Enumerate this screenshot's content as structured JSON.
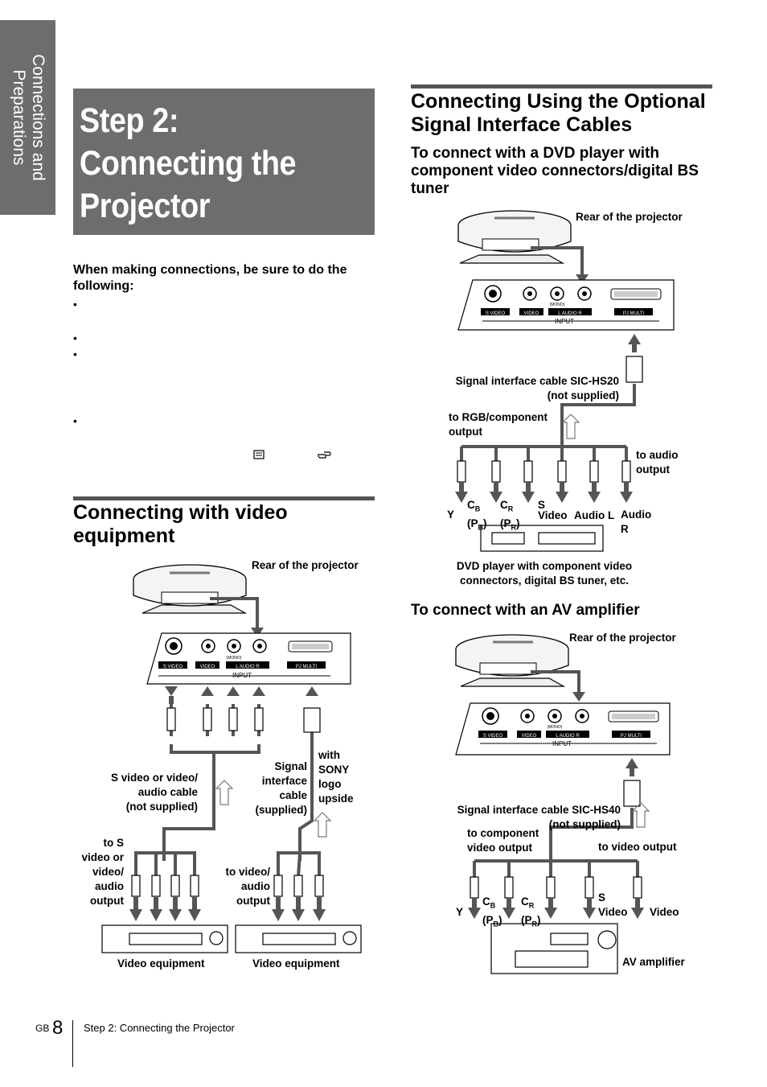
{
  "side_tab": {
    "line1": "Connections and",
    "line2": "Preparations"
  },
  "title": {
    "line1": "Step 2:",
    "line2": "Connecting the",
    "line3": "Projector"
  },
  "intro": {
    "heading": "When making connections, be sure to do the following:",
    "bullet": "•"
  },
  "video_section": {
    "heading": "Connecting with video equipment",
    "rear_label": "Rear of the projector",
    "cable_label": [
      "S video or video/",
      "audio cable",
      "(not supplied)"
    ],
    "signal_label": [
      "Signal",
      "interface",
      "cable",
      "(supplied)"
    ],
    "sony_label": [
      "with",
      "SONY",
      "logo",
      "upside"
    ],
    "to_s_label": [
      "to S",
      "video or",
      "video/",
      "audio",
      "output"
    ],
    "to_video_label": [
      "to video/",
      "audio",
      "output"
    ],
    "equip1": "Video equipment",
    "equip2": "Video equipment"
  },
  "panel_labels": {
    "svideo": "S VIDEO",
    "video": "VIDEO",
    "mono": "(MONO)",
    "audio": "L  AUDIO  R",
    "pjmulti": "PJ MULTI",
    "input": "INPUT"
  },
  "optional_section": {
    "heading": "Connecting Using the Optional Signal Interface Cables"
  },
  "dvd_section": {
    "heading": "To connect with a DVD player with component video connectors/digital BS tuner",
    "rear_label": "Rear of the projector",
    "cable_label": [
      "Signal interface cable SIC-HS20",
      "(not supplied)"
    ],
    "rgb_label": [
      "to RGB/component",
      "output"
    ],
    "audio_label": [
      "to audio",
      "output"
    ],
    "y": "Y",
    "cb": "C",
    "cb_sub": "B",
    "pb": "(P",
    "pb_sub": "B",
    "close": ")",
    "cr": "C",
    "cr_sub": "R",
    "pr": "(P",
    "pr_sub": "R",
    "s": "S",
    "video": "Video",
    "audio_l": "Audio L",
    "audio_r": [
      "Audio",
      "R"
    ],
    "device_label": [
      "DVD player with component video",
      "connectors, digital BS tuner, etc."
    ]
  },
  "av_section": {
    "heading": "To connect with an AV amplifier",
    "rear_label": "Rear of the projector",
    "cable_label": [
      "Signal interface cable SIC-HS40",
      "(not supplied)"
    ],
    "comp_label": [
      "to component",
      "video output"
    ],
    "video_out_label": "to video output",
    "y": "Y",
    "s_video": [
      "S",
      "Video"
    ],
    "video": "Video",
    "device_label": "AV amplifier"
  },
  "footer": {
    "gb": "GB",
    "page": "8",
    "text": "Step 2: Connecting the Projector"
  }
}
